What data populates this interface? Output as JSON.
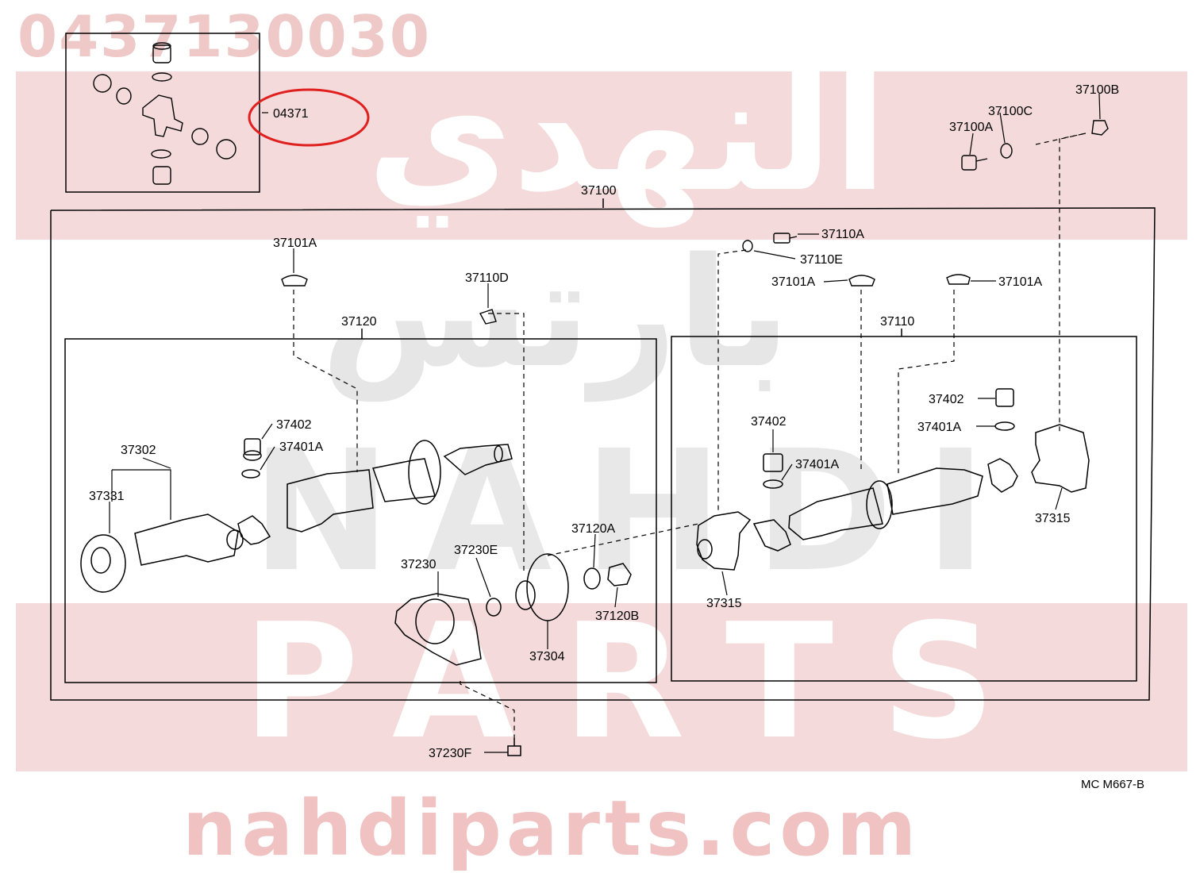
{
  "header": {
    "part_number": "0437130030"
  },
  "watermark": {
    "arabic_top": "النهدي",
    "arabic_mid": "بارتس",
    "latin_top": "NAHDI",
    "latin_bottom": "PARTS",
    "website": "nahdiparts.com",
    "band_color": "#f4dada"
  },
  "highlight": {
    "label": "04371",
    "color": "#e0201e"
  },
  "diagram": {
    "code": "MC M667-B",
    "labels": {
      "assembly": "37100",
      "front_shaft": "37120",
      "rear_shaft": "37110",
      "bolt_a": "37100A",
      "washer_c": "37100C",
      "nut_b": "37100B",
      "bolt_110a": "37110A",
      "washer_110e": "37110E",
      "clip_left": "37101A",
      "clip_mid": "37101A",
      "clip_right": "37101A",
      "nut_110d": "37110D",
      "bearing_left": "37402",
      "snap_left": "37401A",
      "yoke_302": "37302",
      "seal_331": "37331",
      "support_230": "37230",
      "washer_230e": "37230E",
      "washer_120a": "37120A",
      "nut_120b": "37120B",
      "flange_304": "37304",
      "bolt_230f": "37230F",
      "bearing_mid": "37402",
      "snap_mid": "37401A",
      "bearing_right": "37402",
      "snap_right": "37401A",
      "flange_315_mid": "37315",
      "flange_315_right": "37315"
    }
  }
}
